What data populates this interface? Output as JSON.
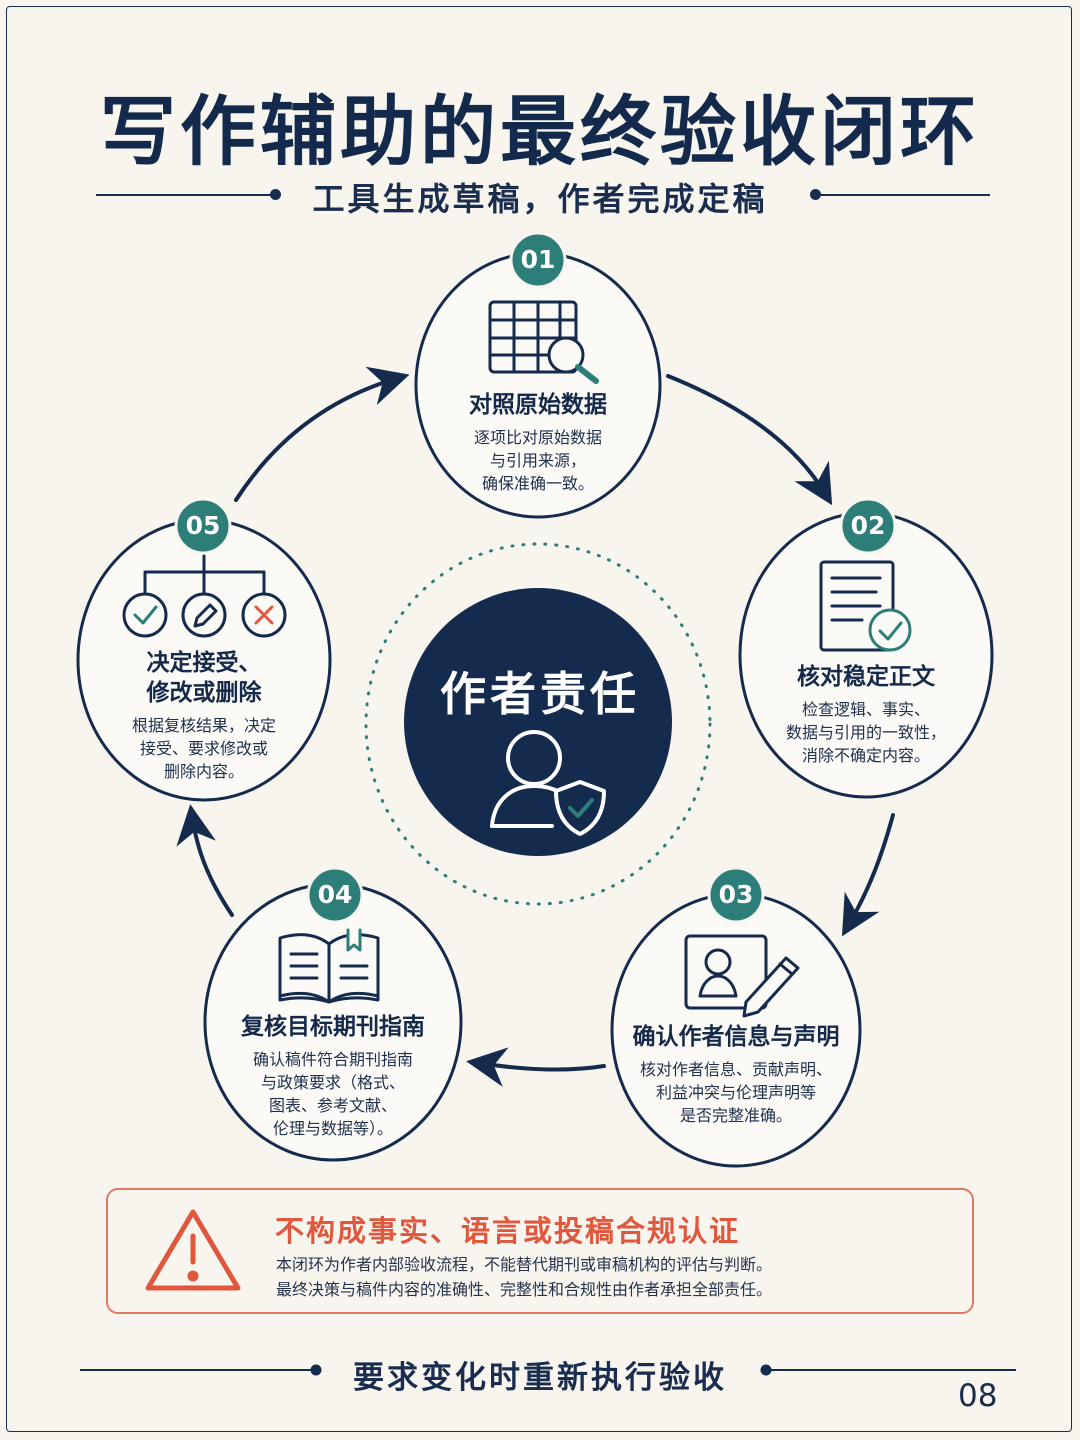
{
  "title": "写作辅助的最终验收闭环",
  "subtitle": "工具生成草稿，作者完成定稿",
  "center": {
    "label": "作者责任",
    "icon": "user-shield-icon"
  },
  "steps": [
    {
      "number": "01",
      "title": "对照原始数据",
      "desc": [
        "逐项比对原始数据",
        "与引用来源，",
        "确保准确一致。"
      ],
      "icon": "table-search-icon"
    },
    {
      "number": "02",
      "title": "核对稳定正文",
      "desc": [
        "检查逻辑、事实、",
        "数据与引用的一致性，",
        "消除不确定内容。"
      ],
      "icon": "document-check-icon"
    },
    {
      "number": "03",
      "title": "确认作者信息与声明",
      "desc": [
        "核对作者信息、贡献声明、",
        "利益冲突与伦理声明等",
        "是否完整准确。"
      ],
      "icon": "profile-pen-icon"
    },
    {
      "number": "04",
      "title": "复核目标期刊指南",
      "desc": [
        "确认稿件符合期刊指南",
        "与政策要求（格式、",
        "图表、参考文献、",
        "伦理与数据等）。"
      ],
      "icon": "open-book-icon"
    },
    {
      "number": "05",
      "title_lines": [
        "决定接受、",
        "修改或删除"
      ],
      "desc": [
        "根据复核结果，决定",
        "接受、要求修改或",
        "删除内容。"
      ],
      "icon": "decision-branch-icon"
    }
  ],
  "warning": {
    "title": "不构成事实、语言或投稿合规认证",
    "lines": [
      "本闭环为作者内部验收流程，不能替代期刊或审稿机构的评估与判断。",
      "最终决策与稿件内容的准确性、完整性和合规性由作者承担全部责任。"
    ],
    "icon": "warning-triangle-icon"
  },
  "footer": "要求变化时重新执行验收",
  "page_number": "08",
  "colors": {
    "navy": "#152b4e",
    "teal": "#2d7e79",
    "warning": "#e0573d",
    "background": "#f7f5ee"
  }
}
